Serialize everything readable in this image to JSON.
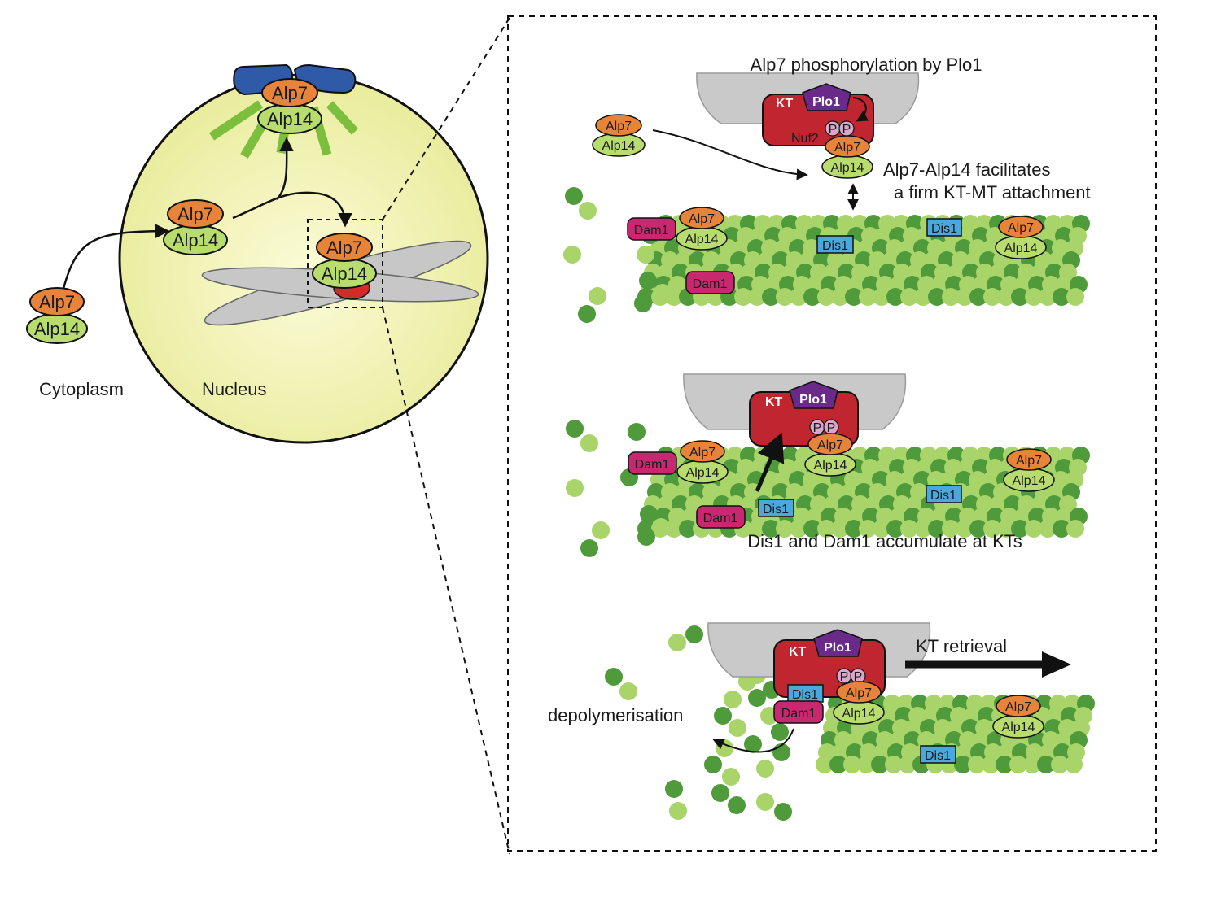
{
  "labels": {
    "alp7": "Alp7",
    "alp14": "Alp14",
    "cytoplasm": "Cytoplasm",
    "nucleus": "Nucleus",
    "kt": "KT",
    "plo1": "Plo1",
    "nuf2": "Nuf2",
    "p": "P",
    "dam1": "Dam1",
    "dis1": "Dis1"
  },
  "captions": {
    "phosphorylation": "Alp7 phosphorylation by Plo1",
    "facilitates_line1": "Alp7-Alp14 facilitates",
    "facilitates_line2": "a firm KT-MT attachment",
    "accumulate": "Dis1 and Dam1 accumulate at KTs",
    "retrieval": "KT retrieval",
    "depolymerisation": "depolymerisation"
  },
  "colors": {
    "alp7": "#e8843a",
    "alp14": "#b9dc6e",
    "kinetochore": "#c0262f",
    "plo1": "#6a2a8a",
    "phospho": "#d9a7c9",
    "dam1": "#c8286f",
    "dis1": "#4aa8dc",
    "spb": "#2f5aa8",
    "mt_dark": "#4f9a3a",
    "mt_light": "#a8d46a",
    "nucleus": "#f3f3b4",
    "chromosome": "#c7c7c7"
  }
}
